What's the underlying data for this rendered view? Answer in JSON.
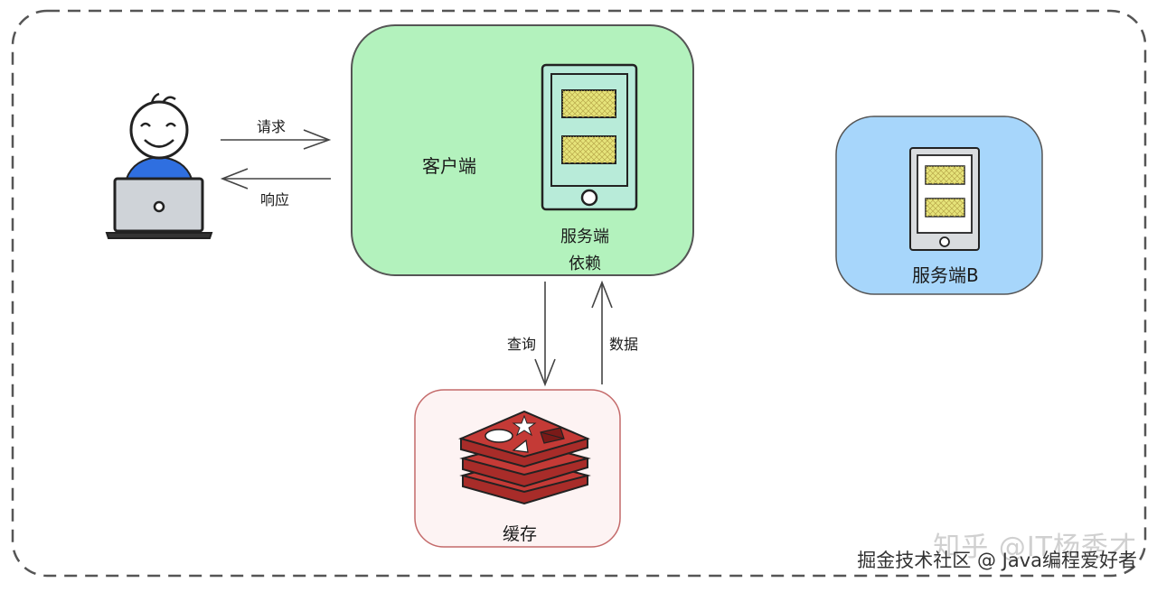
{
  "labels": {
    "request": "请求",
    "response": "响应",
    "client": "客户端",
    "server_dependency_line1": "服务端",
    "server_dependency_line2": "依赖",
    "server_b": "服务端B",
    "query": "查询",
    "data": "数据",
    "cache": "缓存"
  },
  "watermark": {
    "line1": "知乎 @IT杨秀才",
    "line2": "掘金技术社区 @ Java编程爱好者"
  },
  "colors": {
    "client_box": "#b3f2bd",
    "client_box_border": "#555555",
    "server_b_box": "#a7d6fb",
    "cache_box": "#fdf3f3",
    "cache_box_border": "#c46a6a",
    "phone_body": "#b8ebd9",
    "phone_screen_panel": "#e6e47a",
    "phone_b_body": "#d9dcdf",
    "redis_red": "#c43a36",
    "person_shirt": "#2f6fe0",
    "laptop": "#cfd3d8"
  }
}
